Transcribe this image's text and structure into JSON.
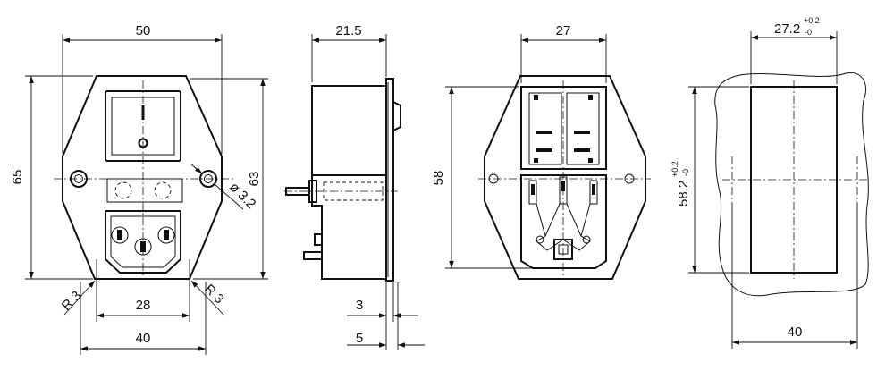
{
  "front_view": {
    "width_top": "50",
    "height_left": "65",
    "height_right": "63",
    "hole_dia": "ø 3.2",
    "radius_left": "R 3",
    "radius_right": "R 3",
    "socket_width": "28",
    "flange_width": "40",
    "switch_on": "I",
    "switch_off": "O"
  },
  "side_view": {
    "depth": "21.5",
    "flange_thickness": "3",
    "panel_thickness": "5"
  },
  "rear_view": {
    "width": "27",
    "height": "58"
  },
  "cutout": {
    "width_value": "27.2",
    "width_tol_upper": "+0.2",
    "width_tol_lower": "-0",
    "height_value": "58.2",
    "height_tol_upper": "+0.2",
    "height_tol_lower": "-0",
    "bottom_width": "40"
  }
}
